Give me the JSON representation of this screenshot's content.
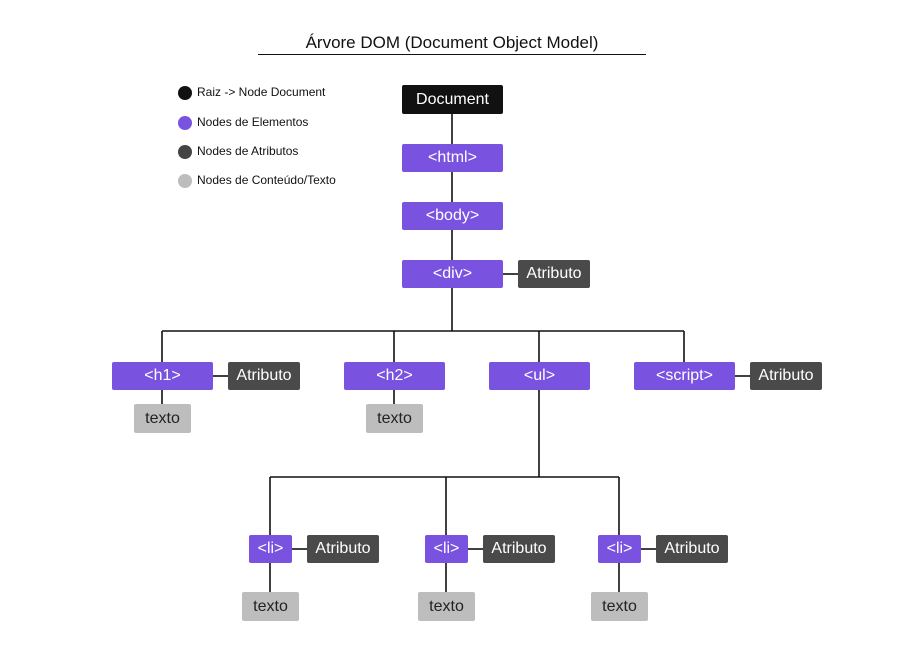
{
  "title": "Árvore DOM (Document Object Model)",
  "colors": {
    "root": "#111111",
    "element": "#7a52e0",
    "attribute": "#4a4a4a",
    "text": "#bdbdbd"
  },
  "legend": [
    {
      "label": "Raiz -> Node Document",
      "color": "#111111"
    },
    {
      "label": "Nodes de Elementos",
      "color": "#7a52e0"
    },
    {
      "label": "Nodes de Atributos",
      "color": "#444444"
    },
    {
      "label": "Nodes de Conteúdo/Texto",
      "color": "#bdbdbd"
    }
  ],
  "nodes": {
    "document": {
      "label": "Document",
      "kind": "root"
    },
    "html": {
      "label": "<html>",
      "kind": "element"
    },
    "body": {
      "label": "<body>",
      "kind": "element"
    },
    "div": {
      "label": "<div>",
      "kind": "element"
    },
    "div_attr": {
      "label": "Atributo",
      "kind": "attribute"
    },
    "h1": {
      "label": "<h1>",
      "kind": "element"
    },
    "h1_attr": {
      "label": "Atributo",
      "kind": "attribute"
    },
    "h1_text": {
      "label": "texto",
      "kind": "text"
    },
    "h2": {
      "label": "<h2>",
      "kind": "element"
    },
    "h2_text": {
      "label": "texto",
      "kind": "text"
    },
    "ul": {
      "label": "<ul>",
      "kind": "element"
    },
    "script": {
      "label": "<script>",
      "kind": "element"
    },
    "script_attr": {
      "label": "Atributo",
      "kind": "attribute"
    },
    "li1": {
      "label": "<li>",
      "kind": "element"
    },
    "li1_attr": {
      "label": "Atributo",
      "kind": "attribute"
    },
    "li1_text": {
      "label": "texto",
      "kind": "text"
    },
    "li2": {
      "label": "<li>",
      "kind": "element"
    },
    "li2_attr": {
      "label": "Atributo",
      "kind": "attribute"
    },
    "li2_text": {
      "label": "texto",
      "kind": "text"
    },
    "li3": {
      "label": "<li>",
      "kind": "element"
    },
    "li3_attr": {
      "label": "Atributo",
      "kind": "attribute"
    },
    "li3_text": {
      "label": "texto",
      "kind": "text"
    }
  },
  "edges": [
    [
      "document",
      "html"
    ],
    [
      "html",
      "body"
    ],
    [
      "body",
      "div"
    ],
    [
      "div",
      "div_attr"
    ],
    [
      "div",
      "h1"
    ],
    [
      "div",
      "h2"
    ],
    [
      "div",
      "ul"
    ],
    [
      "div",
      "script"
    ],
    [
      "h1",
      "h1_attr"
    ],
    [
      "h1",
      "h1_text"
    ],
    [
      "h2",
      "h2_text"
    ],
    [
      "script",
      "script_attr"
    ],
    [
      "ul",
      "li1"
    ],
    [
      "ul",
      "li2"
    ],
    [
      "ul",
      "li3"
    ],
    [
      "li1",
      "li1_attr"
    ],
    [
      "li1",
      "li1_text"
    ],
    [
      "li2",
      "li2_attr"
    ],
    [
      "li2",
      "li2_text"
    ],
    [
      "li3",
      "li3_attr"
    ],
    [
      "li3",
      "li3_text"
    ]
  ]
}
